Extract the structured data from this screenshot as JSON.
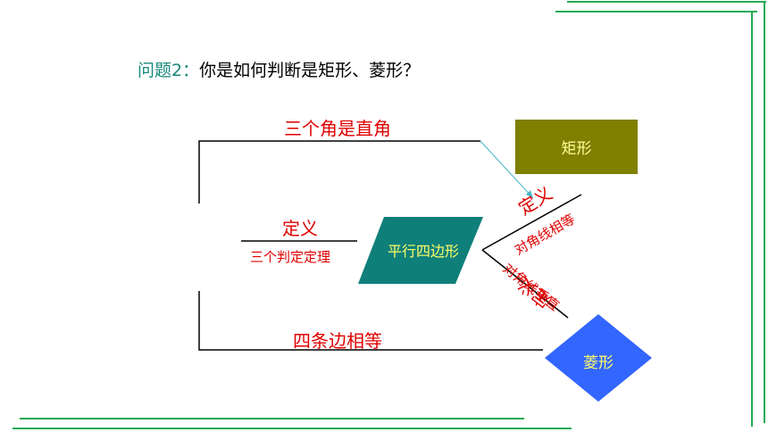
{
  "question": {
    "prefix": "问题2：",
    "text": "你是如何判断是矩形、菱形？"
  },
  "center_node": "平行四边形",
  "rectangle_node": "矩形",
  "rhombus_node": "菱形",
  "labels": {
    "three_right_angles": "三个角是直角",
    "definition_left": "定义",
    "three_theorems": "三个判定定理",
    "four_equal_sides": "四条边相等",
    "definition_upper": "定义",
    "diagonals_equal": "对角线相等",
    "diagonals_perpendicular": "对角线垂直",
    "definition_lower": "定义"
  },
  "colors": {
    "question_prefix": "#16867a",
    "label_red": "#e00000",
    "parallelogram": "#0f7f7a",
    "rectangle": "#7f7f00",
    "rhombus": "#3366ff",
    "frame_green": "#22aa55"
  }
}
